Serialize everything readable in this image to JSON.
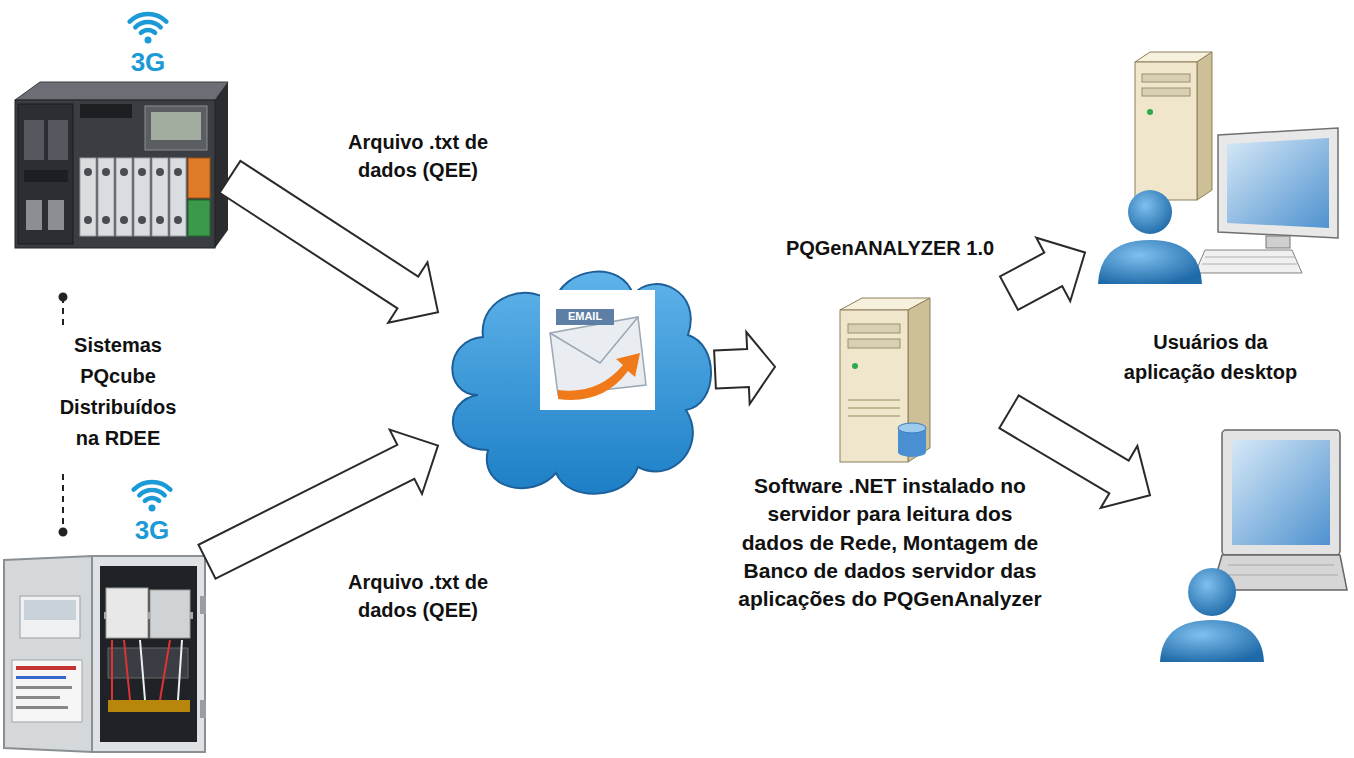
{
  "diagram": {
    "nodes": [
      {
        "text": [
          "3G"
        ]
      },
      {
        "text": [
          "3G"
        ]
      },
      {
        "text": [
          "EMAIL"
        ]
      },
      {
        "text": [
          "PQGenANALYZER 1.0"
        ]
      },
      {
        "text": [
          "Usuários da aplicação desktop"
        ]
      },
      {
        "text": []
      }
    ],
    "edges": [
      {
        "from": 0,
        "to": 2,
        "arrow": "to",
        "label": "Arquivo .txt de dados (QEE)"
      },
      {
        "from": 1,
        "to": 2,
        "arrow": "to",
        "label": "Arquivo .txt de dados (QEE)"
      },
      {
        "from": 2,
        "to": 3,
        "arrow": "to"
      },
      {
        "from": 3,
        "to": 4,
        "arrow": "to"
      },
      {
        "from": 3,
        "to": 5,
        "arrow": "to"
      }
    ],
    "labels": [
      "Sistemas PQcube Distribuídos na RDEE",
      "Software .NET instalado no servidor para leitura dos dados de Rede, Montagem de Banco de dados servidor das aplicações do PQGenAnalyzer"
    ]
  }
}
